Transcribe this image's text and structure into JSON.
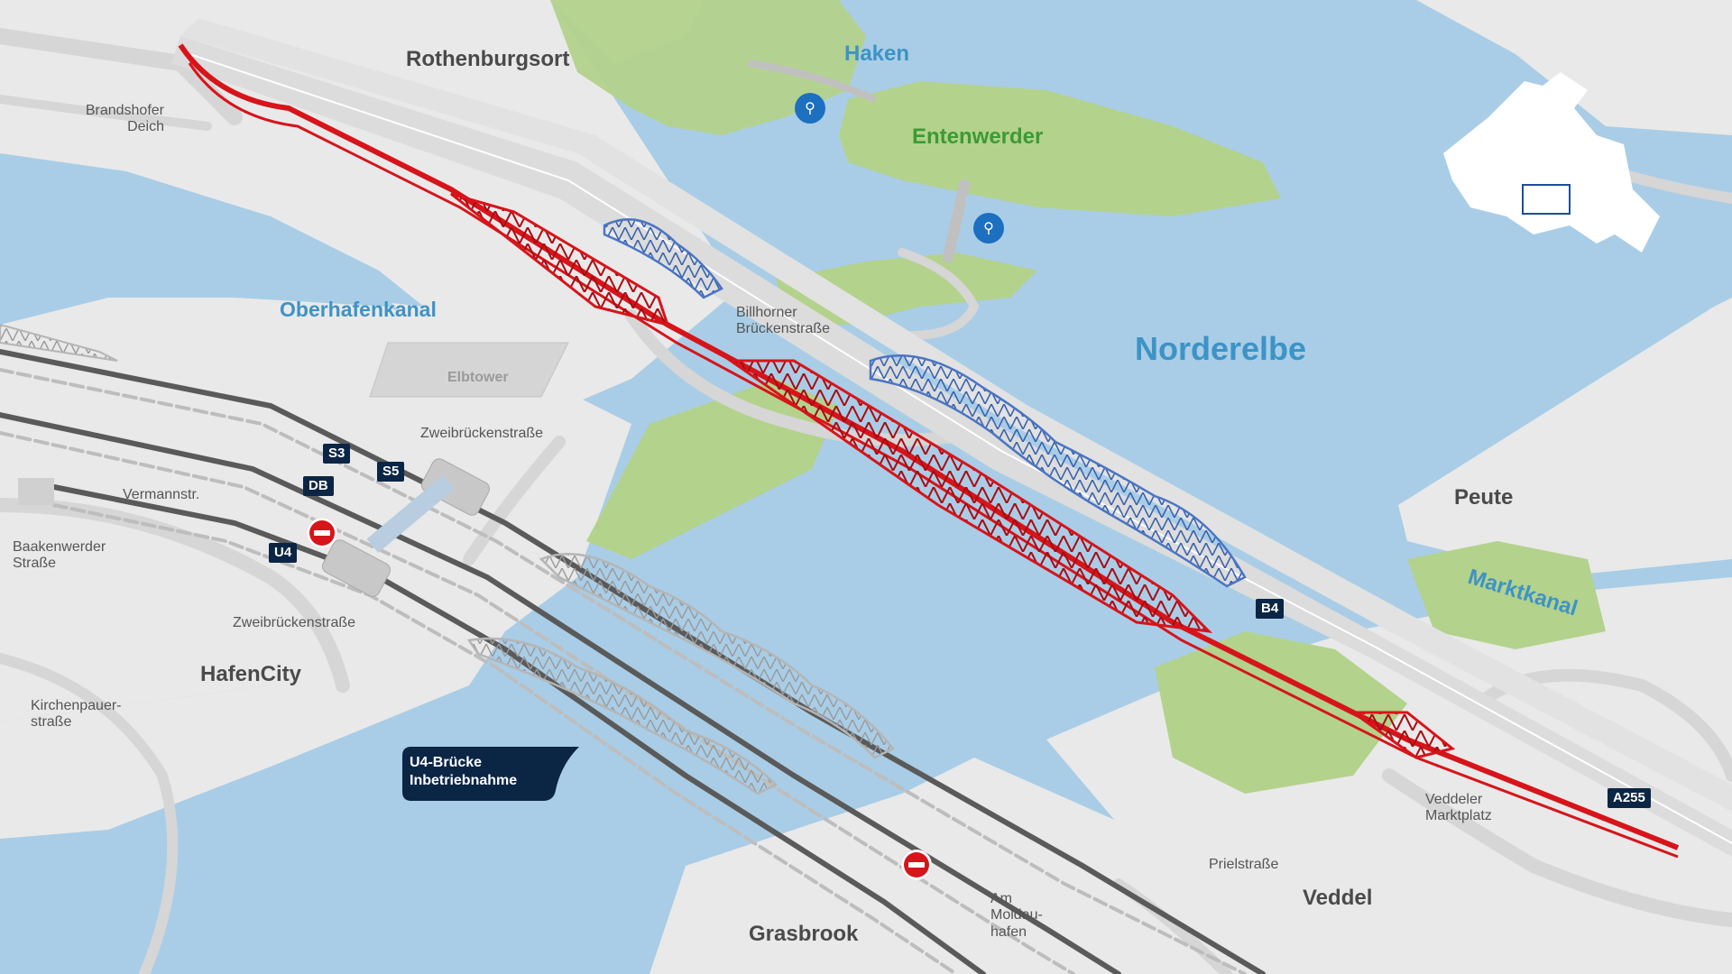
{
  "districts": {
    "rothenburgsort": "Rothenburgsort",
    "hafencity": "HafenCity",
    "grasbrook": "Grasbrook",
    "veddel": "Veddel",
    "peute": "Peute",
    "entenwerder": "Entenwerder"
  },
  "waters": {
    "haken": "Haken",
    "oberhafenkanal": "Oberhafenkanal",
    "norderelbe": "Norderelbe",
    "marktkanal": "Marktkanal"
  },
  "streets": {
    "brandshofer_1": "Brandshofer",
    "brandshofer_2": "Deich",
    "billhorner_1": "Billhorner",
    "billhorner_2": "Brückenstraße",
    "elbtower": "Elbtower",
    "zweibruecken_top": "Zweibrückenstraße",
    "vermannstr": "Vermannstr.",
    "baakenwerder_1": "Baakenwerder",
    "baakenwerder_2": "Straße",
    "zweibruecken_bottom": "Zweibrückenstraße",
    "kirchenpauer_1": "Kirchenpauer-",
    "kirchenpauer_2": "straße",
    "veddeler_1": "Veddeler",
    "veddeler_2": "Marktplatz",
    "prielstrasse": "Prielstraße",
    "moldau_1": "Am",
    "moldau_2": "Moldau-",
    "moldau_3": "hafen"
  },
  "line_badges": {
    "s3": "S3",
    "s5": "S5",
    "db": "DB",
    "u4": "U4",
    "b4": "B4",
    "a255": "A255"
  },
  "callout": {
    "line1": "U4-Brücke",
    "line2": "Inbetriebnahme"
  },
  "icons": {
    "closure": "no-entry-icon",
    "bike_path": "pedestrian-bicycle-icon",
    "locator": "hamburg-locator-map-icon"
  },
  "colors": {
    "water": "#a9cde6",
    "land": "#e9e9e9",
    "park": "#b3d28c",
    "new_bridge": "#d7141a",
    "existing_bridge": "#4a75c4",
    "badge": "#0b2545",
    "label_water": "#3d93c6",
    "label_park": "#3d9a35"
  }
}
